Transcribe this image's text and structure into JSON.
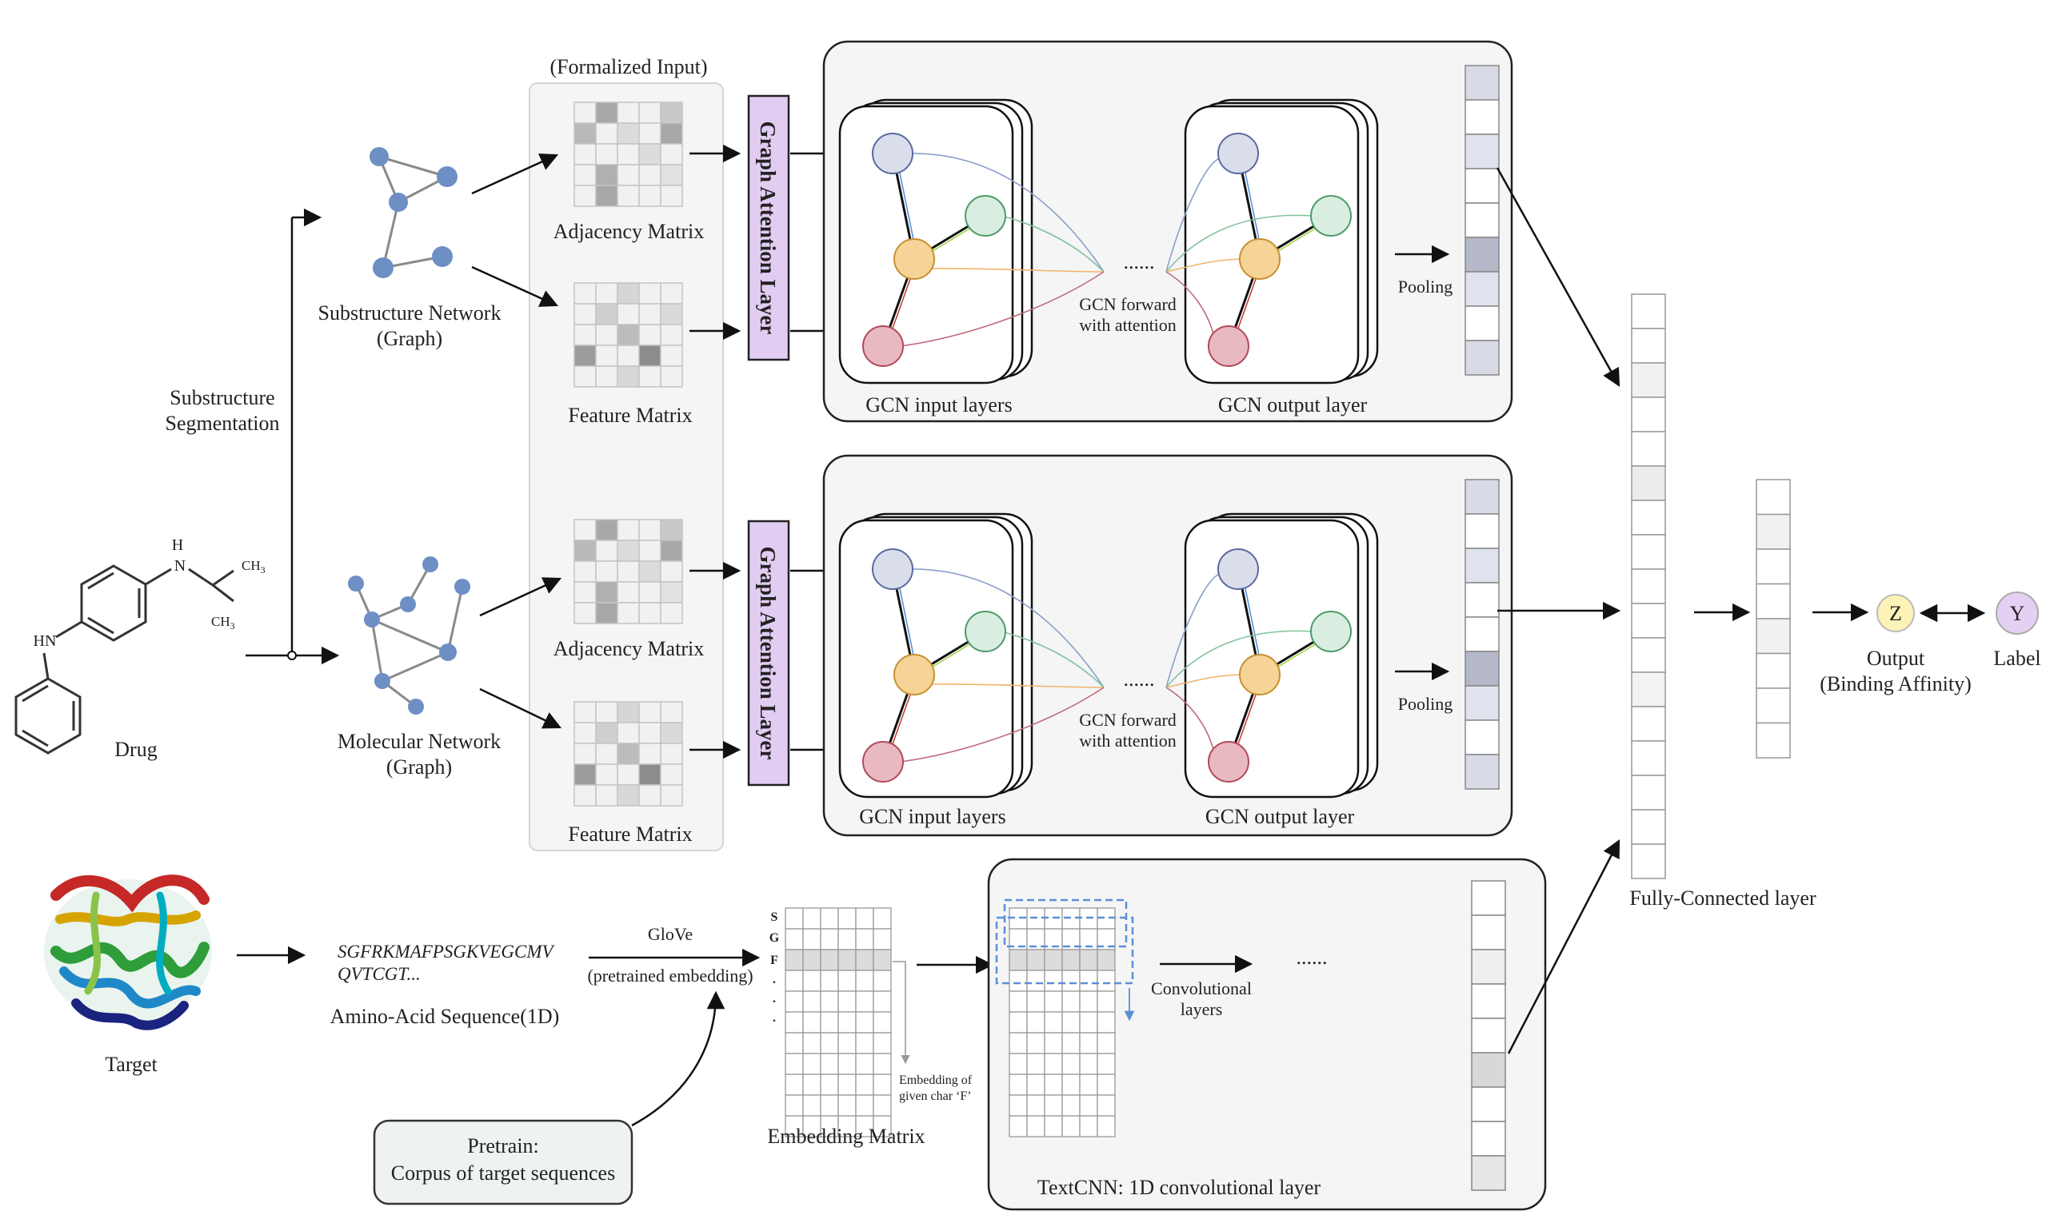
{
  "labels": {
    "formalized_input": "(Formalized Input)",
    "adjacency_matrix": "Adjacency Matrix",
    "feature_matrix": "Feature Matrix",
    "graph_attention_layer": "Graph Attention Layer",
    "gcn_input_layers": "GCN input layers",
    "gcn_output_layer": "GCN output layer",
    "gcn_forward_1": "GCN forward",
    "gcn_forward_2": "with attention",
    "pooling": "Pooling",
    "substructure_network_1": "Substructure Network",
    "substructure_network_2": "(Graph)",
    "molecular_network_1": "Molecular Network",
    "molecular_network_2": "(Graph)",
    "substructure_segmentation_1": "Substructure",
    "substructure_segmentation_2": "Segmentation",
    "drug": "Drug",
    "target": "Target",
    "sequence_line1": "SGFRKMAFPSGKVEGCMV",
    "sequence_line2": "QVTCGT...",
    "amino_acid_sequence": "Amino-Acid Sequence(1D)",
    "glove": "GloVe",
    "pretrained_embedding": "(pretrained embedding)",
    "pretrain_1": "Pretrain:",
    "pretrain_2": "Corpus of target sequences",
    "embedding_matrix": "Embedding Matrix",
    "embedding_of_1": "Embedding of",
    "embedding_of_2": "given char ‘F’",
    "row_s": "S",
    "row_g": "G",
    "row_f": "F",
    "row_dot": ".",
    "convolutional_layers_1": "Convolutional",
    "convolutional_layers_2": "layers",
    "textcnn": "TextCNN: 1D convolutional layer",
    "fully_connected": "Fully-Connected layer",
    "output_z": "Z",
    "output_1": "Output",
    "output_2": "(Binding Affinity)",
    "label_y": "Y",
    "label": "Label",
    "hn": "HN",
    "h": "H",
    "n": "N",
    "ch3": "CH",
    "ch3_sub": "3",
    "dots": "......",
    "dots2": "......"
  },
  "colors": {
    "node_gray": "#dadeeb",
    "node_green": "#d9eee0",
    "node_orange": "#f6d396",
    "node_red": "#e8b9c1",
    "graph_blue": "#6d8fc4",
    "gat_purple": "#e2cdf2",
    "output_yellow": "#fdf3b8",
    "label_purple": "#e4d0f2",
    "nitrogen_blue": "#6b62d6"
  }
}
